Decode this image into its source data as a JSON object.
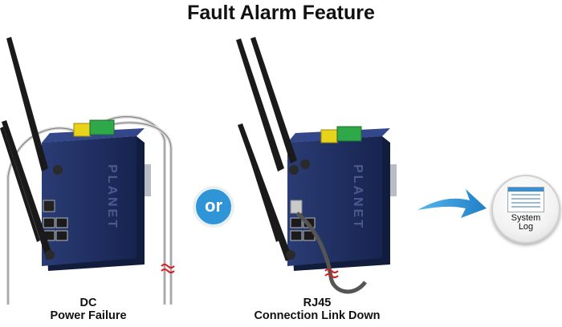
{
  "title": "Fault Alarm Feature",
  "left_caption": {
    "line1": "DC",
    "line2": "Power Failure"
  },
  "middle_caption": {
    "line1": "RJ45",
    "line2": "Connection Link Down"
  },
  "or_label": "or",
  "system_log": {
    "line1": "System",
    "line2": "Log"
  },
  "device_brand": "PLANET",
  "colors": {
    "device_body": "#1f2d5c",
    "antenna": "#1a1a1a",
    "arrow": "#2f95d6",
    "break_mark": "#d62020",
    "terminal_yellow": "#e8d31a",
    "terminal_green": "#2fa84a"
  }
}
